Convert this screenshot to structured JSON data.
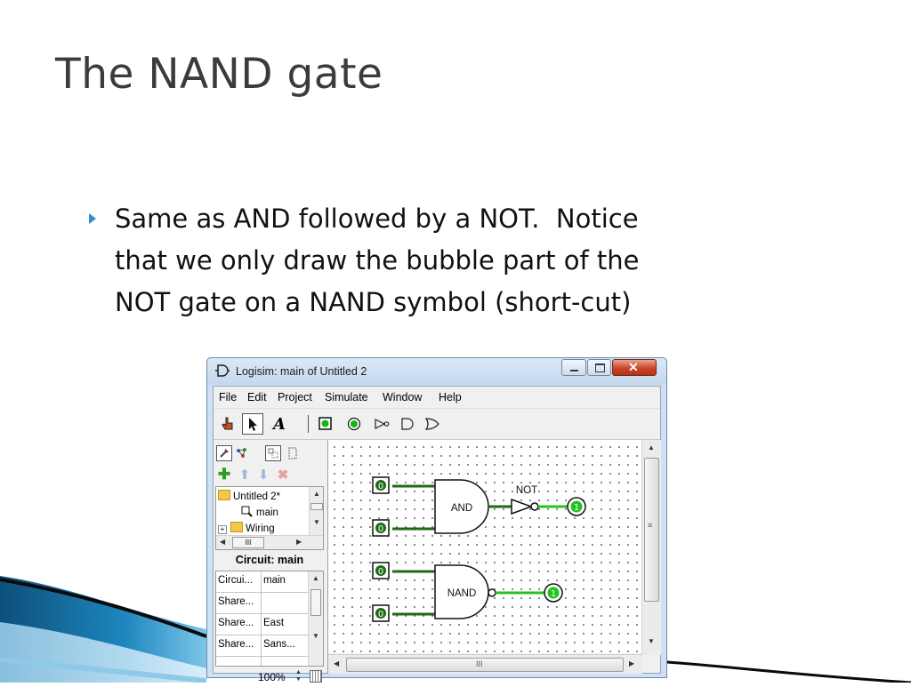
{
  "slide": {
    "title": "The NAND gate",
    "bullet_lines": [
      "Same as AND followed by a NOT.  Notice",
      "that we only draw the bubble part of the",
      "NOT gate on a NAND symbol (short-cut)"
    ],
    "bullet_icon": "triangle-bullet-icon",
    "accent_color": "#2e8fc4"
  },
  "window": {
    "title": "Logisim: main of Untitled 2",
    "menu": [
      "File",
      "Edit",
      "Project",
      "Simulate",
      "Window",
      "Help"
    ],
    "toolbar_icons": [
      "poke-tool-icon",
      "select-tool-icon",
      "text-tool-icon",
      "input-pin-icon",
      "output-pin-icon",
      "not-gate-icon",
      "and-gate-icon",
      "or-gate-icon"
    ],
    "text_tool_label": "A",
    "explorer": {
      "items": [
        {
          "label": "Untitled 2*"
        },
        {
          "label": "main"
        },
        {
          "label": "Wiring"
        }
      ],
      "scroll_label": "III"
    },
    "properties": {
      "title": "Circuit: main",
      "rows": [
        {
          "key": "Circui...",
          "value": "main"
        },
        {
          "key": "Share...",
          "value": ""
        },
        {
          "key": "Share...",
          "value": "East"
        },
        {
          "key": "Share...",
          "value": "Sans..."
        }
      ]
    },
    "zoom": "100%",
    "hscroll_label": "III"
  },
  "circuit": {
    "inputs": [
      "0",
      "0",
      "0",
      "0"
    ],
    "outputs": [
      "1",
      "1"
    ],
    "gate_labels": [
      "AND",
      "NOT",
      "NAND"
    ],
    "wire_on_color": "#22c41d",
    "wire_off_color": "#1e6b14"
  }
}
